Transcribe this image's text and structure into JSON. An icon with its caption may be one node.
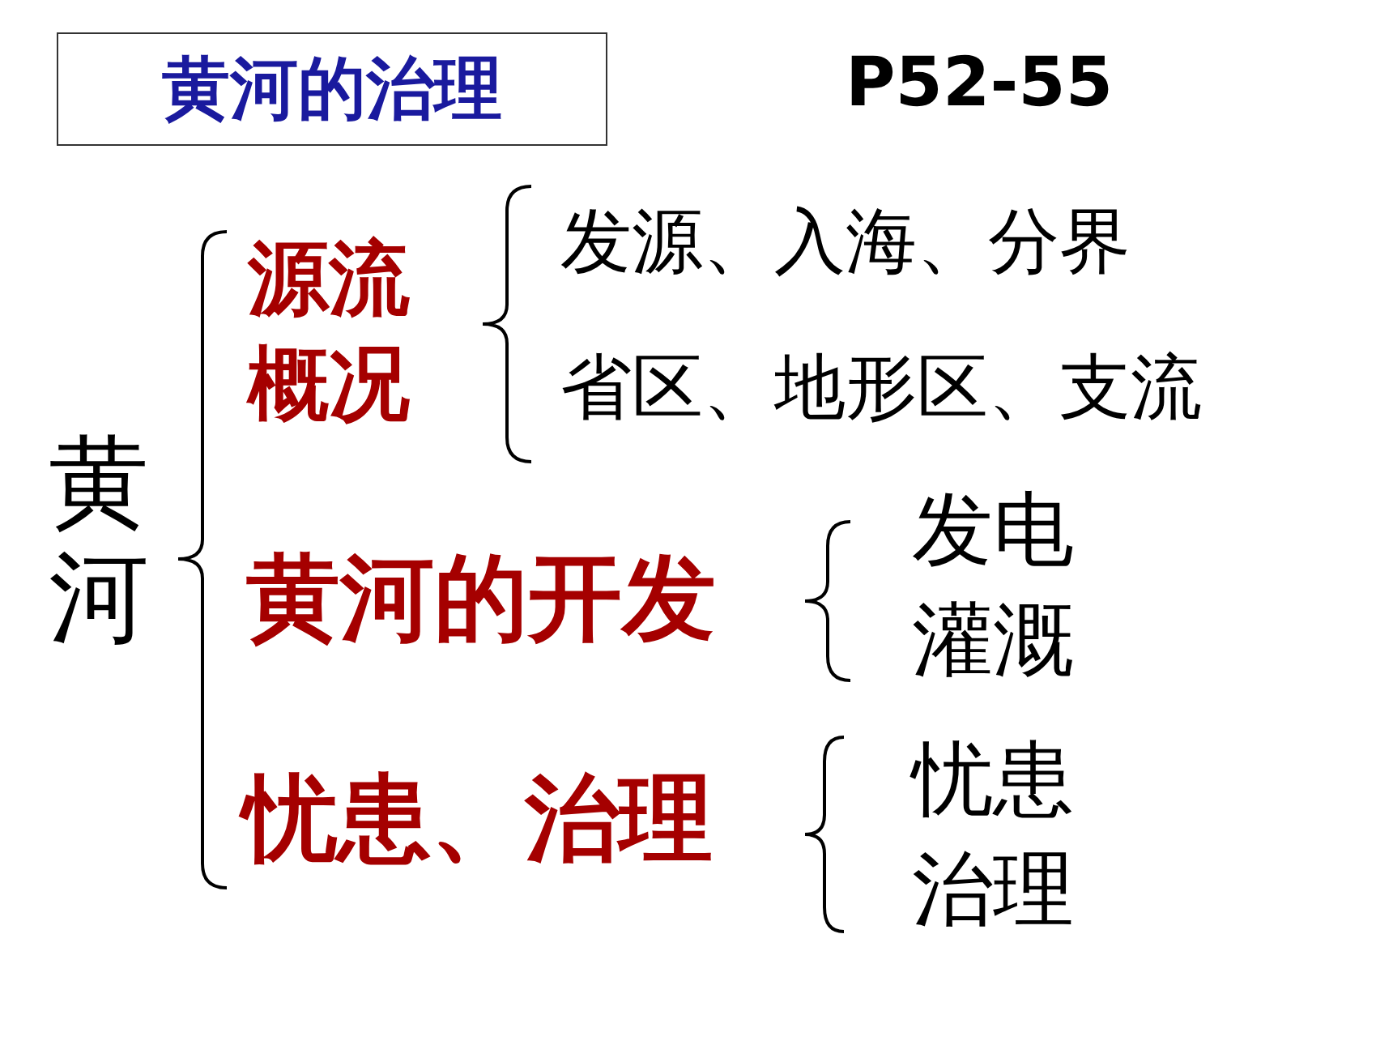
{
  "diagram": {
    "title": "黄河的治理",
    "labels": [
      "P52-55",
      "黄河",
      "源流概况",
      "发源、入海、分界",
      "省区、地形区、支流",
      "黄河的开发",
      "发电",
      "灌溉",
      "忧患、治理",
      "忧患",
      "治理"
    ]
  }
}
